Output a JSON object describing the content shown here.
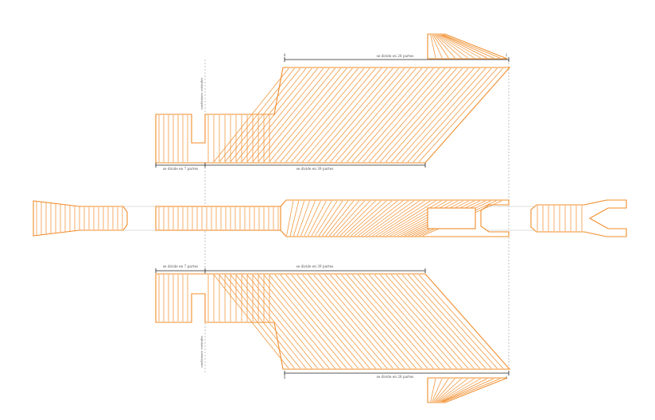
{
  "colors": {
    "accent": "#f08c2a",
    "dimension_line": "#222222",
    "guide_line": "#9a9a9a"
  },
  "top_view": {
    "dim_top_label": "se divide en 28 partes",
    "dim_top_start": "0",
    "dim_top_end": "1",
    "dim_left_label": "se divide en 7 partes",
    "dim_right_label": "se divide en 39 partes",
    "vertical_label": "condiciones verticales"
  },
  "bottom_view": {
    "dim_left_label": "se divide en 7 partes",
    "dim_right_label": "se divide en 39 partes",
    "dim_bottom_label": "se divide en 28 partes",
    "dim_bottom_start": "0",
    "dim_bottom_end": "1",
    "vertical_label": "condiciones verticales"
  }
}
